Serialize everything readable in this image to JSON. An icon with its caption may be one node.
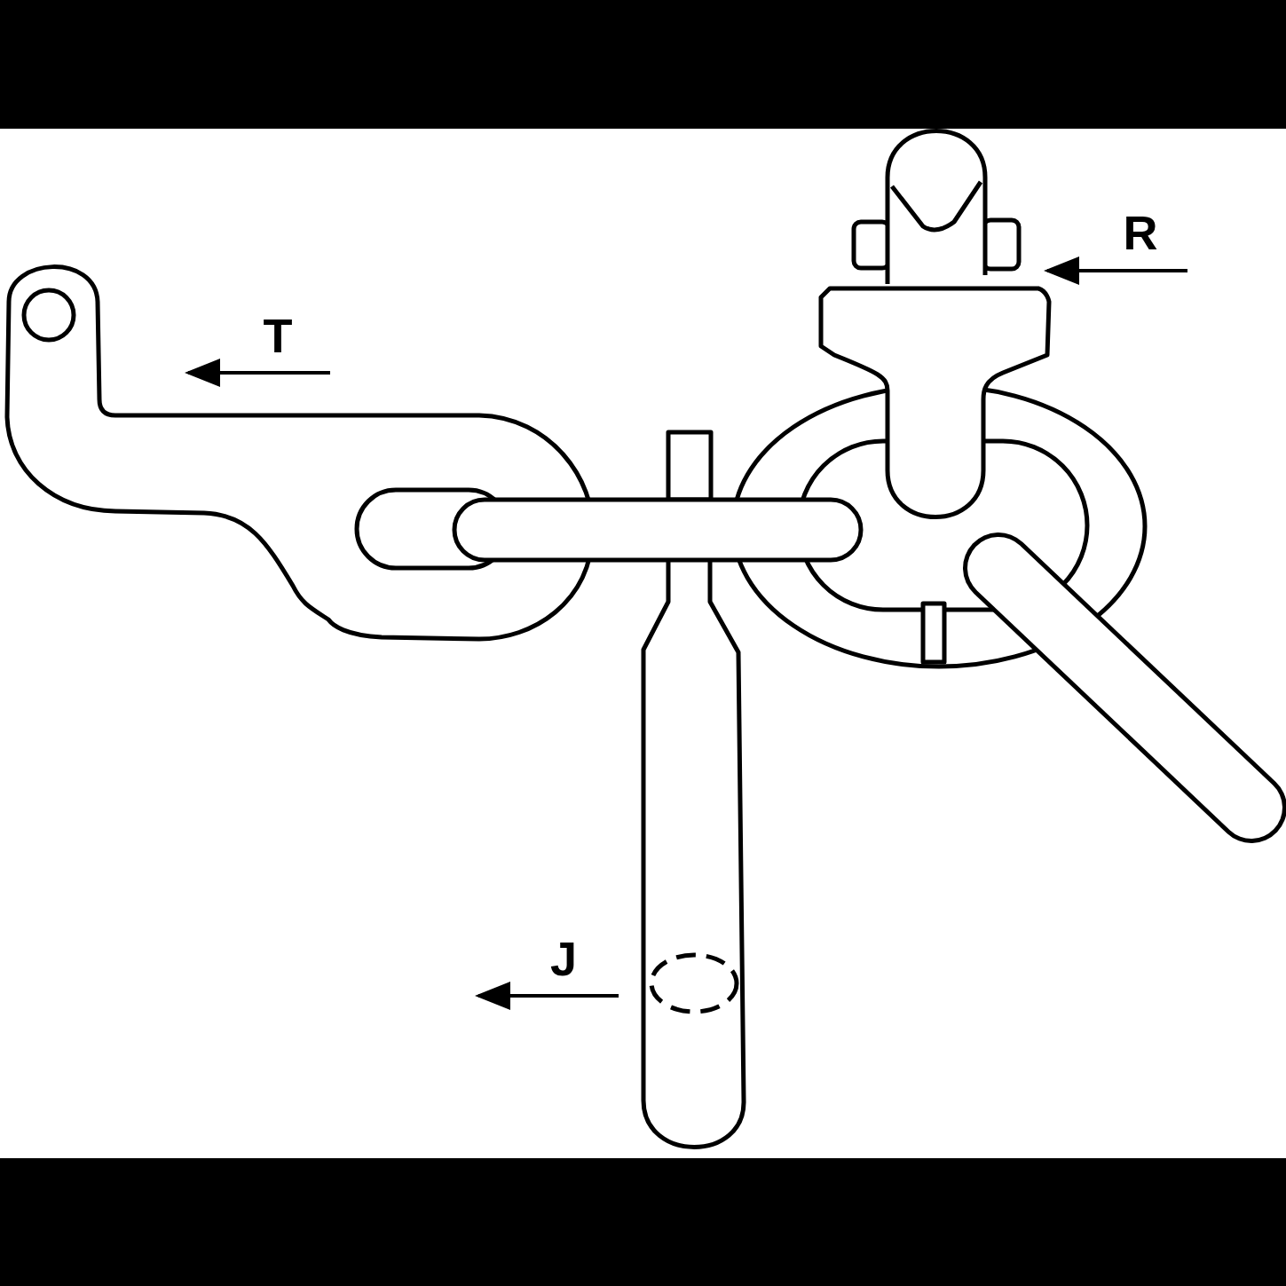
{
  "diagram": {
    "labels": [
      "R",
      "T",
      "J"
    ]
  }
}
